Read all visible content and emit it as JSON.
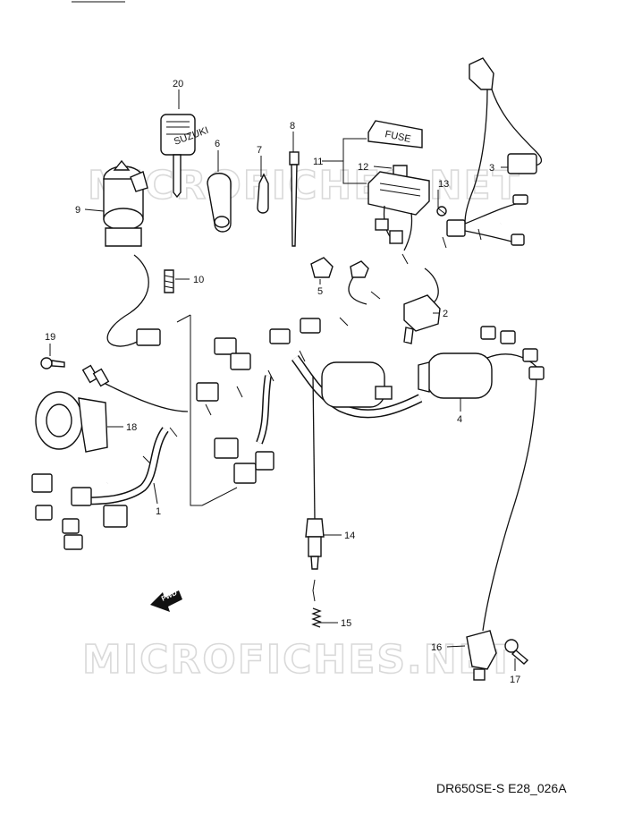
{
  "watermark": {
    "text_top": "MICROFICHES.NET",
    "text_bottom": "MICROFICHES.NET"
  },
  "callouts": [
    {
      "id": "20",
      "label": "20"
    },
    {
      "id": "6",
      "label": "6"
    },
    {
      "id": "7",
      "label": "7"
    },
    {
      "id": "8",
      "label": "8"
    },
    {
      "id": "11",
      "label": "11"
    },
    {
      "id": "12",
      "label": "12"
    },
    {
      "id": "13",
      "label": "13"
    },
    {
      "id": "3",
      "label": "3"
    },
    {
      "id": "9",
      "label": "9"
    },
    {
      "id": "10",
      "label": "10"
    },
    {
      "id": "5",
      "label": "5"
    },
    {
      "id": "2",
      "label": "2"
    },
    {
      "id": "19",
      "label": "19"
    },
    {
      "id": "18",
      "label": "18"
    },
    {
      "id": "4",
      "label": "4"
    },
    {
      "id": "1",
      "label": "1"
    },
    {
      "id": "14",
      "label": "14"
    },
    {
      "id": "15",
      "label": "15"
    },
    {
      "id": "16",
      "label": "16"
    },
    {
      "id": "17",
      "label": "17"
    }
  ],
  "part_texts": {
    "fuse_cover": "FUSE",
    "key_brand": "SUZUKI",
    "fwd_arrow": "FWD"
  },
  "drawing_code": "DR650SE-S E28_026A"
}
